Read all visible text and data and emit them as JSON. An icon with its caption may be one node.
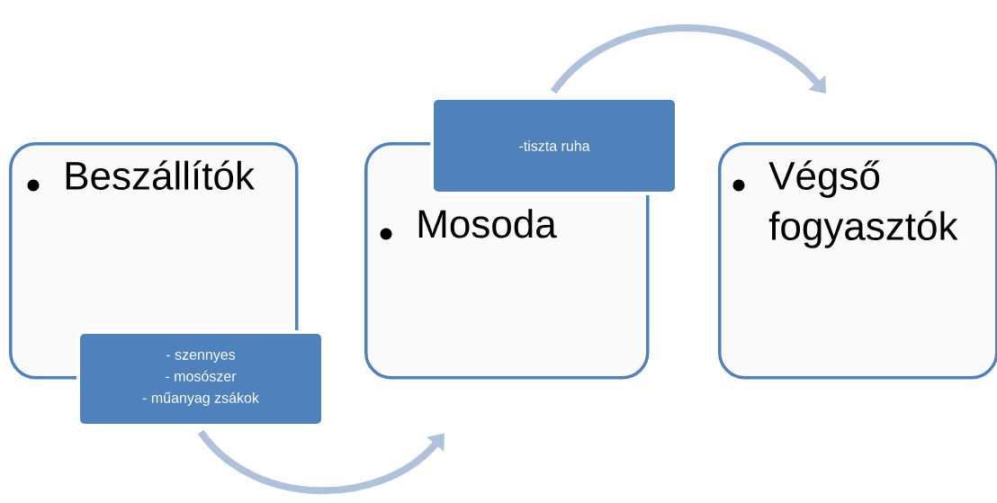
{
  "diagram": {
    "nodes": [
      {
        "text": [
          "Beszállítók"
        ]
      },
      {
        "text": [
          "- szennyes",
          "- mosószer",
          "- műanyag zsákok"
        ]
      },
      {
        "text": [
          "Mosoda"
        ]
      },
      {
        "text": [
          "-tiszta ruha"
        ]
      },
      {
        "text": [
          "Végső fogyasztók"
        ]
      }
    ],
    "edges": [
      {
        "from": 1,
        "to": 2,
        "arrow": "to"
      },
      {
        "from": 3,
        "to": 4,
        "arrow": "to"
      }
    ]
  }
}
